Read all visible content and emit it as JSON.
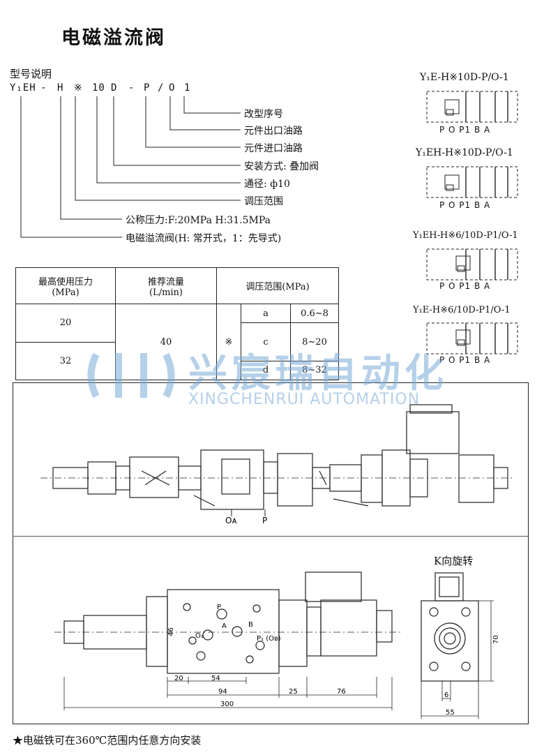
{
  "title": "电磁溢流阀",
  "model": {
    "heading": "型号说明",
    "code_parts": [
      "Y₁EH",
      "-",
      "H",
      "※",
      "10",
      "D",
      "-",
      "P",
      "/",
      "O",
      "1"
    ],
    "legend": [
      "改型序号",
      "元件出口油路",
      "元件进口油路",
      "安装方式: 叠加阀",
      "通径: ф10",
      "调压范围",
      "公称压力:F:20MPa    H:31.5MPa",
      "电磁溢流阀(H: 常开式，1：先导式)"
    ]
  },
  "table": {
    "headers": [
      {
        "line1": "最高使用压力",
        "line2": "(MPa)"
      },
      {
        "line1": "推荐流量",
        "line2": "(L/min)"
      },
      {
        "line1": "调压范围(MPa)",
        "line2": ""
      }
    ],
    "pressures": [
      "20",
      "32"
    ],
    "flow": "40",
    "mark": "※",
    "ranges": [
      {
        "code": "a",
        "value": "0.6~8"
      },
      {
        "code": "c",
        "value": "8~20"
      },
      {
        "code": "d",
        "value": "8~32"
      }
    ]
  },
  "symbols": [
    {
      "label": "Y₁E-H※10D-P/O-1",
      "ports": "P  O  P1 B  A"
    },
    {
      "label": "Y₁EH-H※10D-P/O-1",
      "ports": "P  O  P1 B  A"
    },
    {
      "label": "Y₁EH-H※6/10D-P1/O-1",
      "ports": "P  O  P1 B  A"
    },
    {
      "label": "Y₁E-H※6/10D-P1/O-1",
      "ports": "P  O  P1 B  A"
    }
  ],
  "watermark": {
    "cn": "兴宸瑞自动化",
    "en": "XINGCHENRUI AUTOMATION"
  },
  "section_drawing": {
    "port_oa": "Oᴀ",
    "port_p": "P"
  },
  "top_view": {
    "ports": {
      "p": "P",
      "a": "A",
      "b": "B",
      "o1": "O₁",
      "p1": "P₁ (Oʙ)"
    },
    "dims": {
      "h46": "46",
      "d20": "20",
      "d54": "54",
      "d94": "94",
      "d25": "25",
      "d76": "76",
      "d300": "300"
    }
  },
  "k_view": {
    "title": "K向旋转",
    "d70": "70",
    "d6": "6",
    "d55": "55"
  },
  "footnote": "★电磁铁可在360℃范围内任意方向安装"
}
